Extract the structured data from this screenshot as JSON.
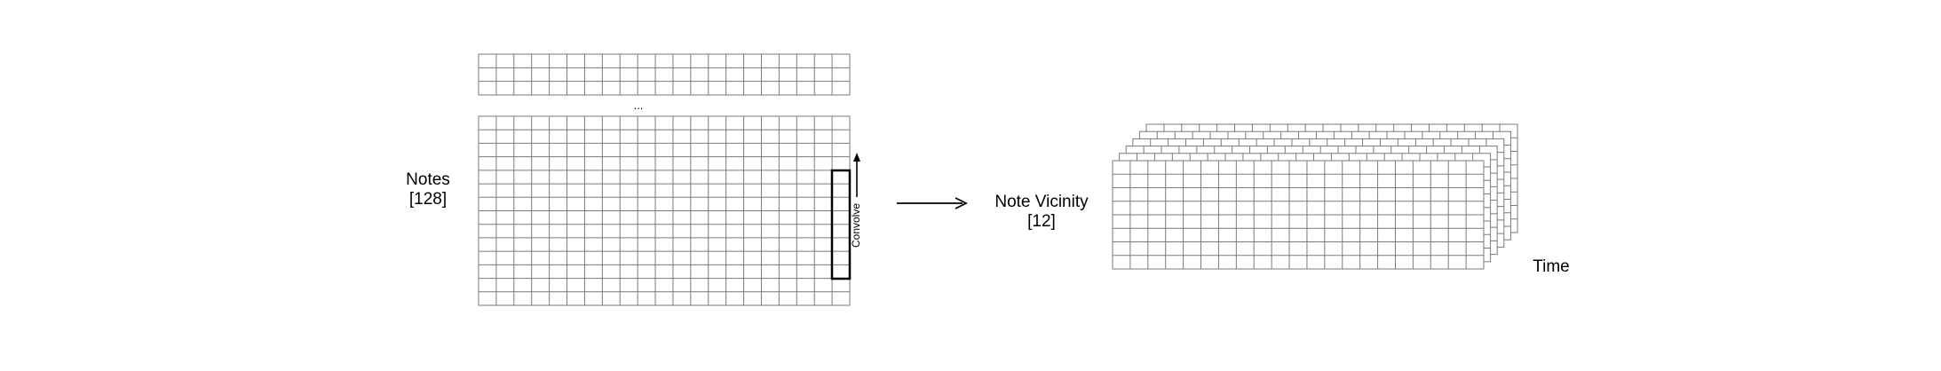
{
  "labels": {
    "notes": {
      "line1": "Notes",
      "line2": "[128]"
    },
    "ellipsis": "...",
    "convolve": "Convolve",
    "vicinity": {
      "line1": "Note Vicinity",
      "line2": "[12]"
    },
    "time": "Time"
  },
  "input_grid": {
    "top_block": {
      "columns": 21,
      "rows": 3
    },
    "main_block": {
      "columns": 21,
      "rows": 14
    },
    "convolution_window_rows": 8
  },
  "output_stack": {
    "layers": 6,
    "columns": 21,
    "rows": 8
  },
  "colors": {
    "grid": "#7a7a7a",
    "ink": "#000000",
    "background": "#ffffff"
  }
}
